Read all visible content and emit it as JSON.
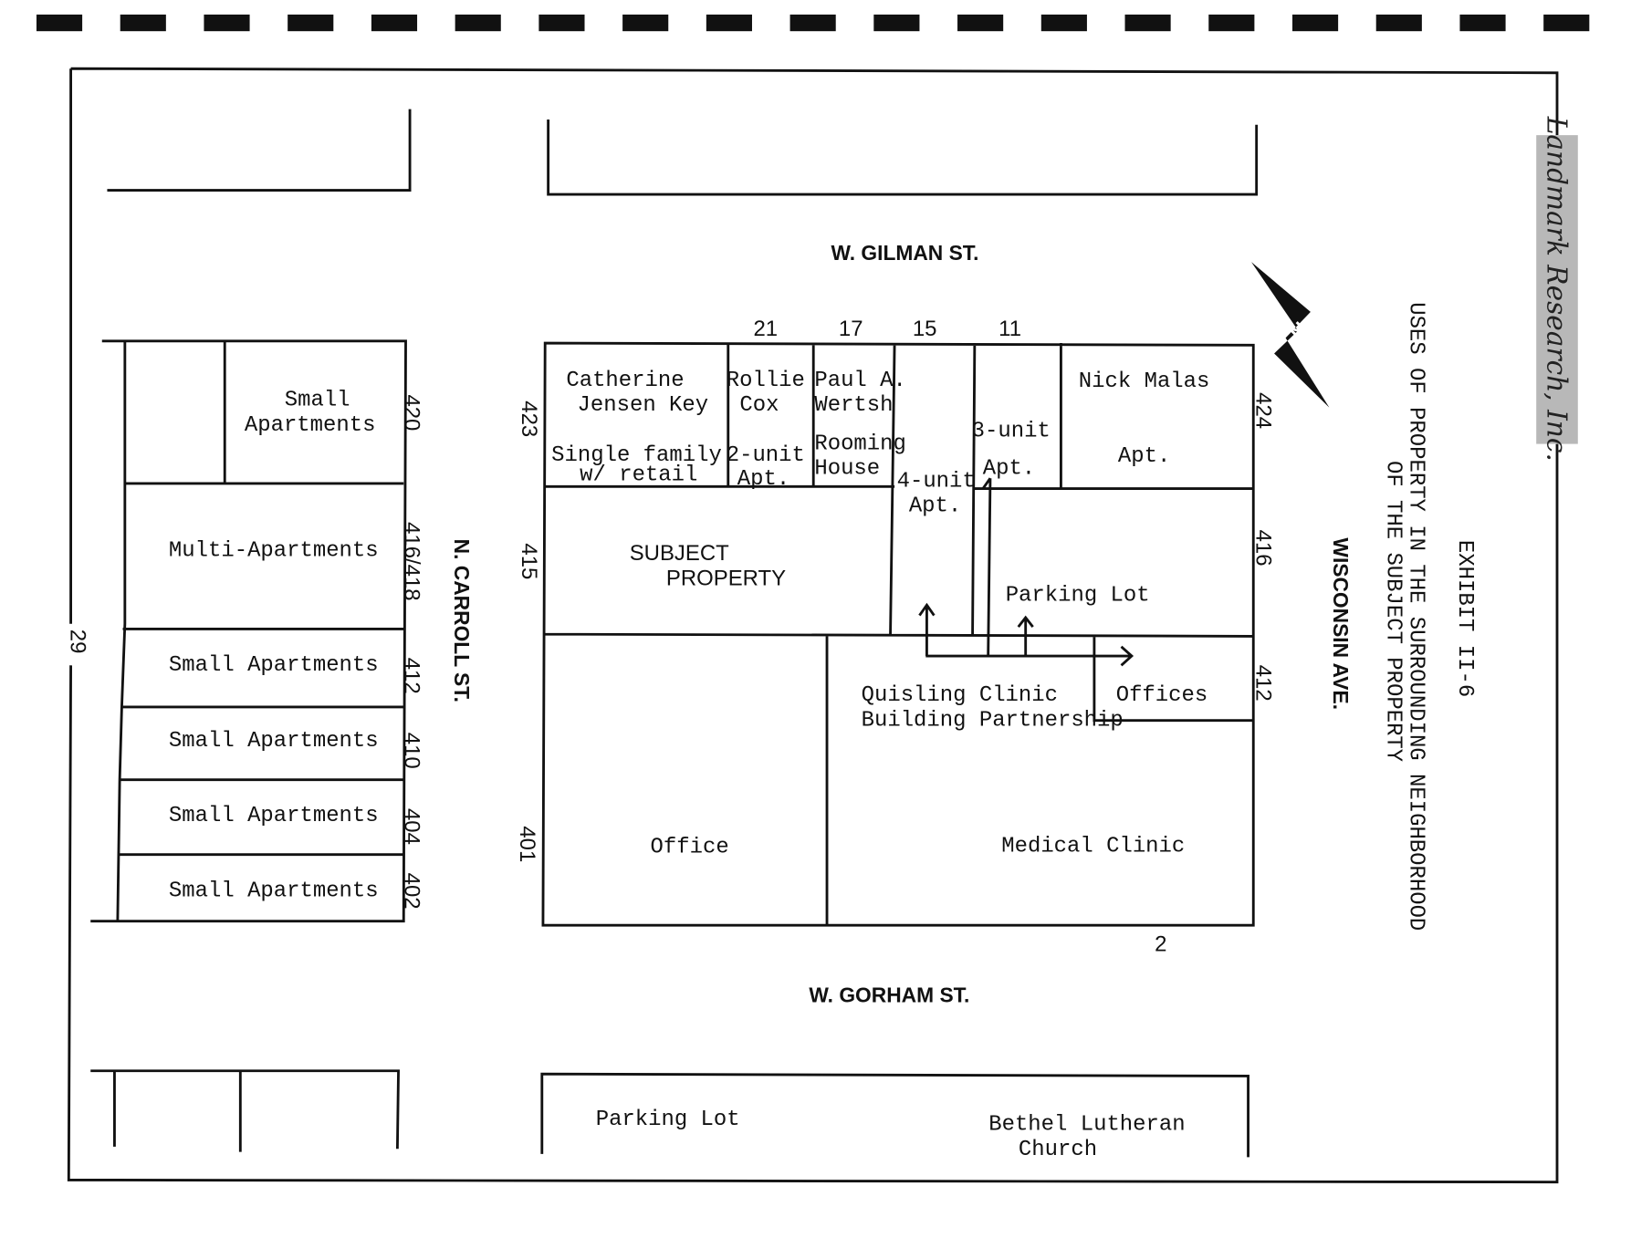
{
  "page_number": "29",
  "logo": "Landmark Research, Inc.",
  "exhibit": {
    "number": "EXHIBIT II-6",
    "title_line1": "USES OF PROPERTY IN THE SURROUNDING NEIGHBORHOOD",
    "title_line2": "OF THE SUBJECT PROPERTY"
  },
  "north_label": "N",
  "streets": {
    "gilman": "W. GILMAN ST.",
    "gorham": "W. GORHAM ST.",
    "carroll": "N. CARROLL ST.",
    "wisconsin": "WISCONSIN AVE."
  },
  "west_block": [
    {
      "use": [
        "Small",
        "Apartments"
      ],
      "address": "420"
    },
    {
      "use": [
        "Multi-Apartments"
      ],
      "address": "416/418"
    },
    {
      "use": [
        "Small Apartments"
      ],
      "address": "412"
    },
    {
      "use": [
        "Small Apartments"
      ],
      "address": "410"
    },
    {
      "use": [
        "Small Apartments"
      ],
      "address": "404"
    },
    {
      "use": [
        "Small Apartments"
      ],
      "address": "402"
    }
  ],
  "main_block": {
    "top_numbers": [
      "21",
      "17",
      "15",
      "11"
    ],
    "left_numbers": [
      "423",
      "415",
      "401"
    ],
    "right_numbers": [
      "424",
      "416",
      "412"
    ],
    "bottom_number": "2",
    "parcels": {
      "key": [
        "Catherine",
        "Jensen Key",
        "Single family",
        "w/ retail"
      ],
      "cox": [
        "Rollie",
        "Cox",
        "2-unit",
        "Apt."
      ],
      "wertsh": [
        "Paul A.",
        "Wertsh",
        "Rooming",
        "House"
      ],
      "four_unit": [
        "4-unit",
        "Apt."
      ],
      "three_unit": [
        "3-unit",
        "Apt."
      ],
      "malas": [
        "Nick Malas",
        "Apt."
      ],
      "subject": [
        "SUBJECT",
        "PROPERTY"
      ],
      "parking": "Parking Lot",
      "office": "Office",
      "quisling": [
        "Quisling Clinic",
        "Building Partnership"
      ],
      "offices": "Offices",
      "medical": "Medical Clinic"
    }
  },
  "south_block": {
    "parking": "Parking Lot",
    "church": [
      "Bethel Lutheran",
      "Church"
    ]
  }
}
